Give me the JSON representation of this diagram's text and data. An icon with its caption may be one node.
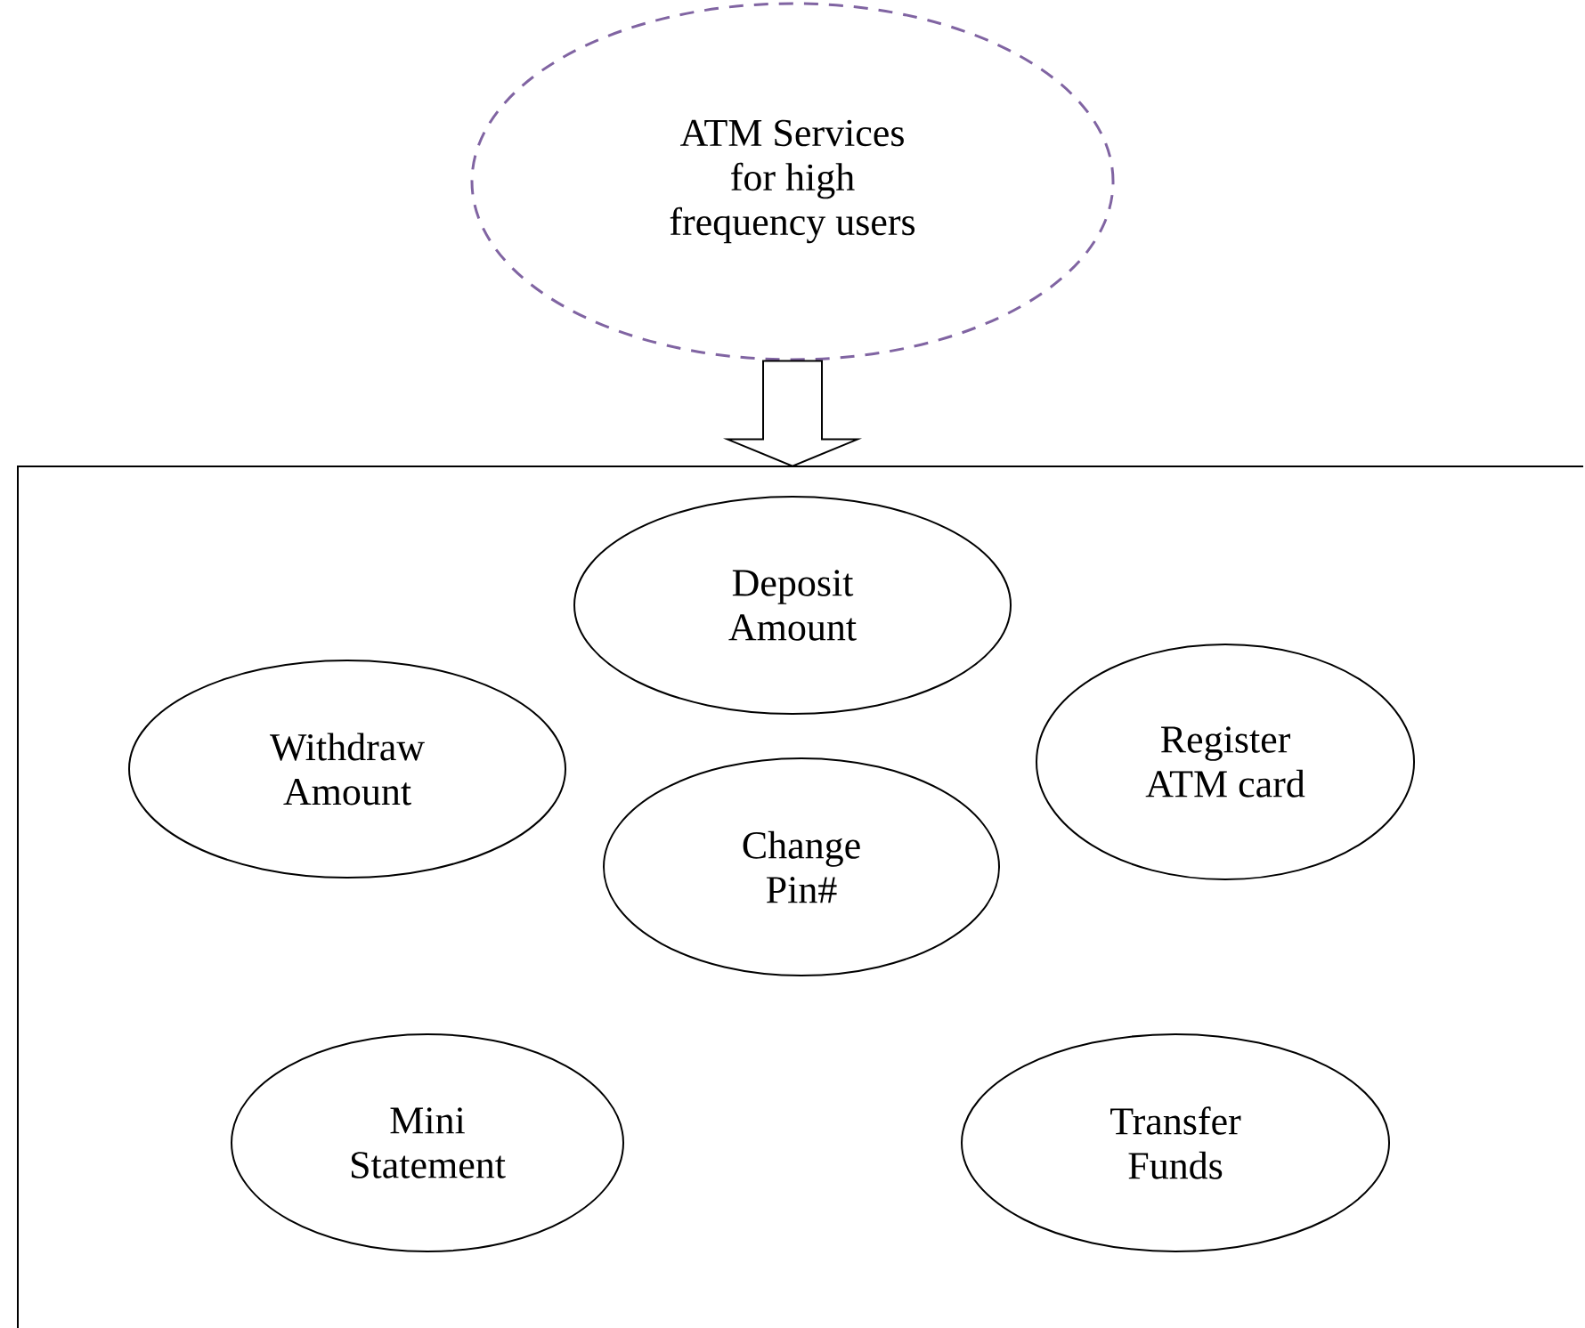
{
  "diagram": {
    "nodes": [
      {
        "text": [
          "ATM Services for high frequency users"
        ]
      },
      {
        "text": [],
        "shape": "box"
      },
      {
        "text": [
          "Deposit Amount"
        ],
        "in": 1
      },
      {
        "text": [
          "Withdraw Amount"
        ],
        "in": 1
      },
      {
        "text": [
          "Register ATM card"
        ],
        "in": 1
      },
      {
        "text": [
          "Change Pin#"
        ],
        "in": 1
      },
      {
        "text": [
          "Mini Statement"
        ],
        "in": 1
      },
      {
        "text": [
          "Transfer Funds"
        ],
        "in": 1
      }
    ],
    "edges": [
      {
        "from": 0,
        "to": 1,
        "arrow": "to"
      }
    ]
  }
}
